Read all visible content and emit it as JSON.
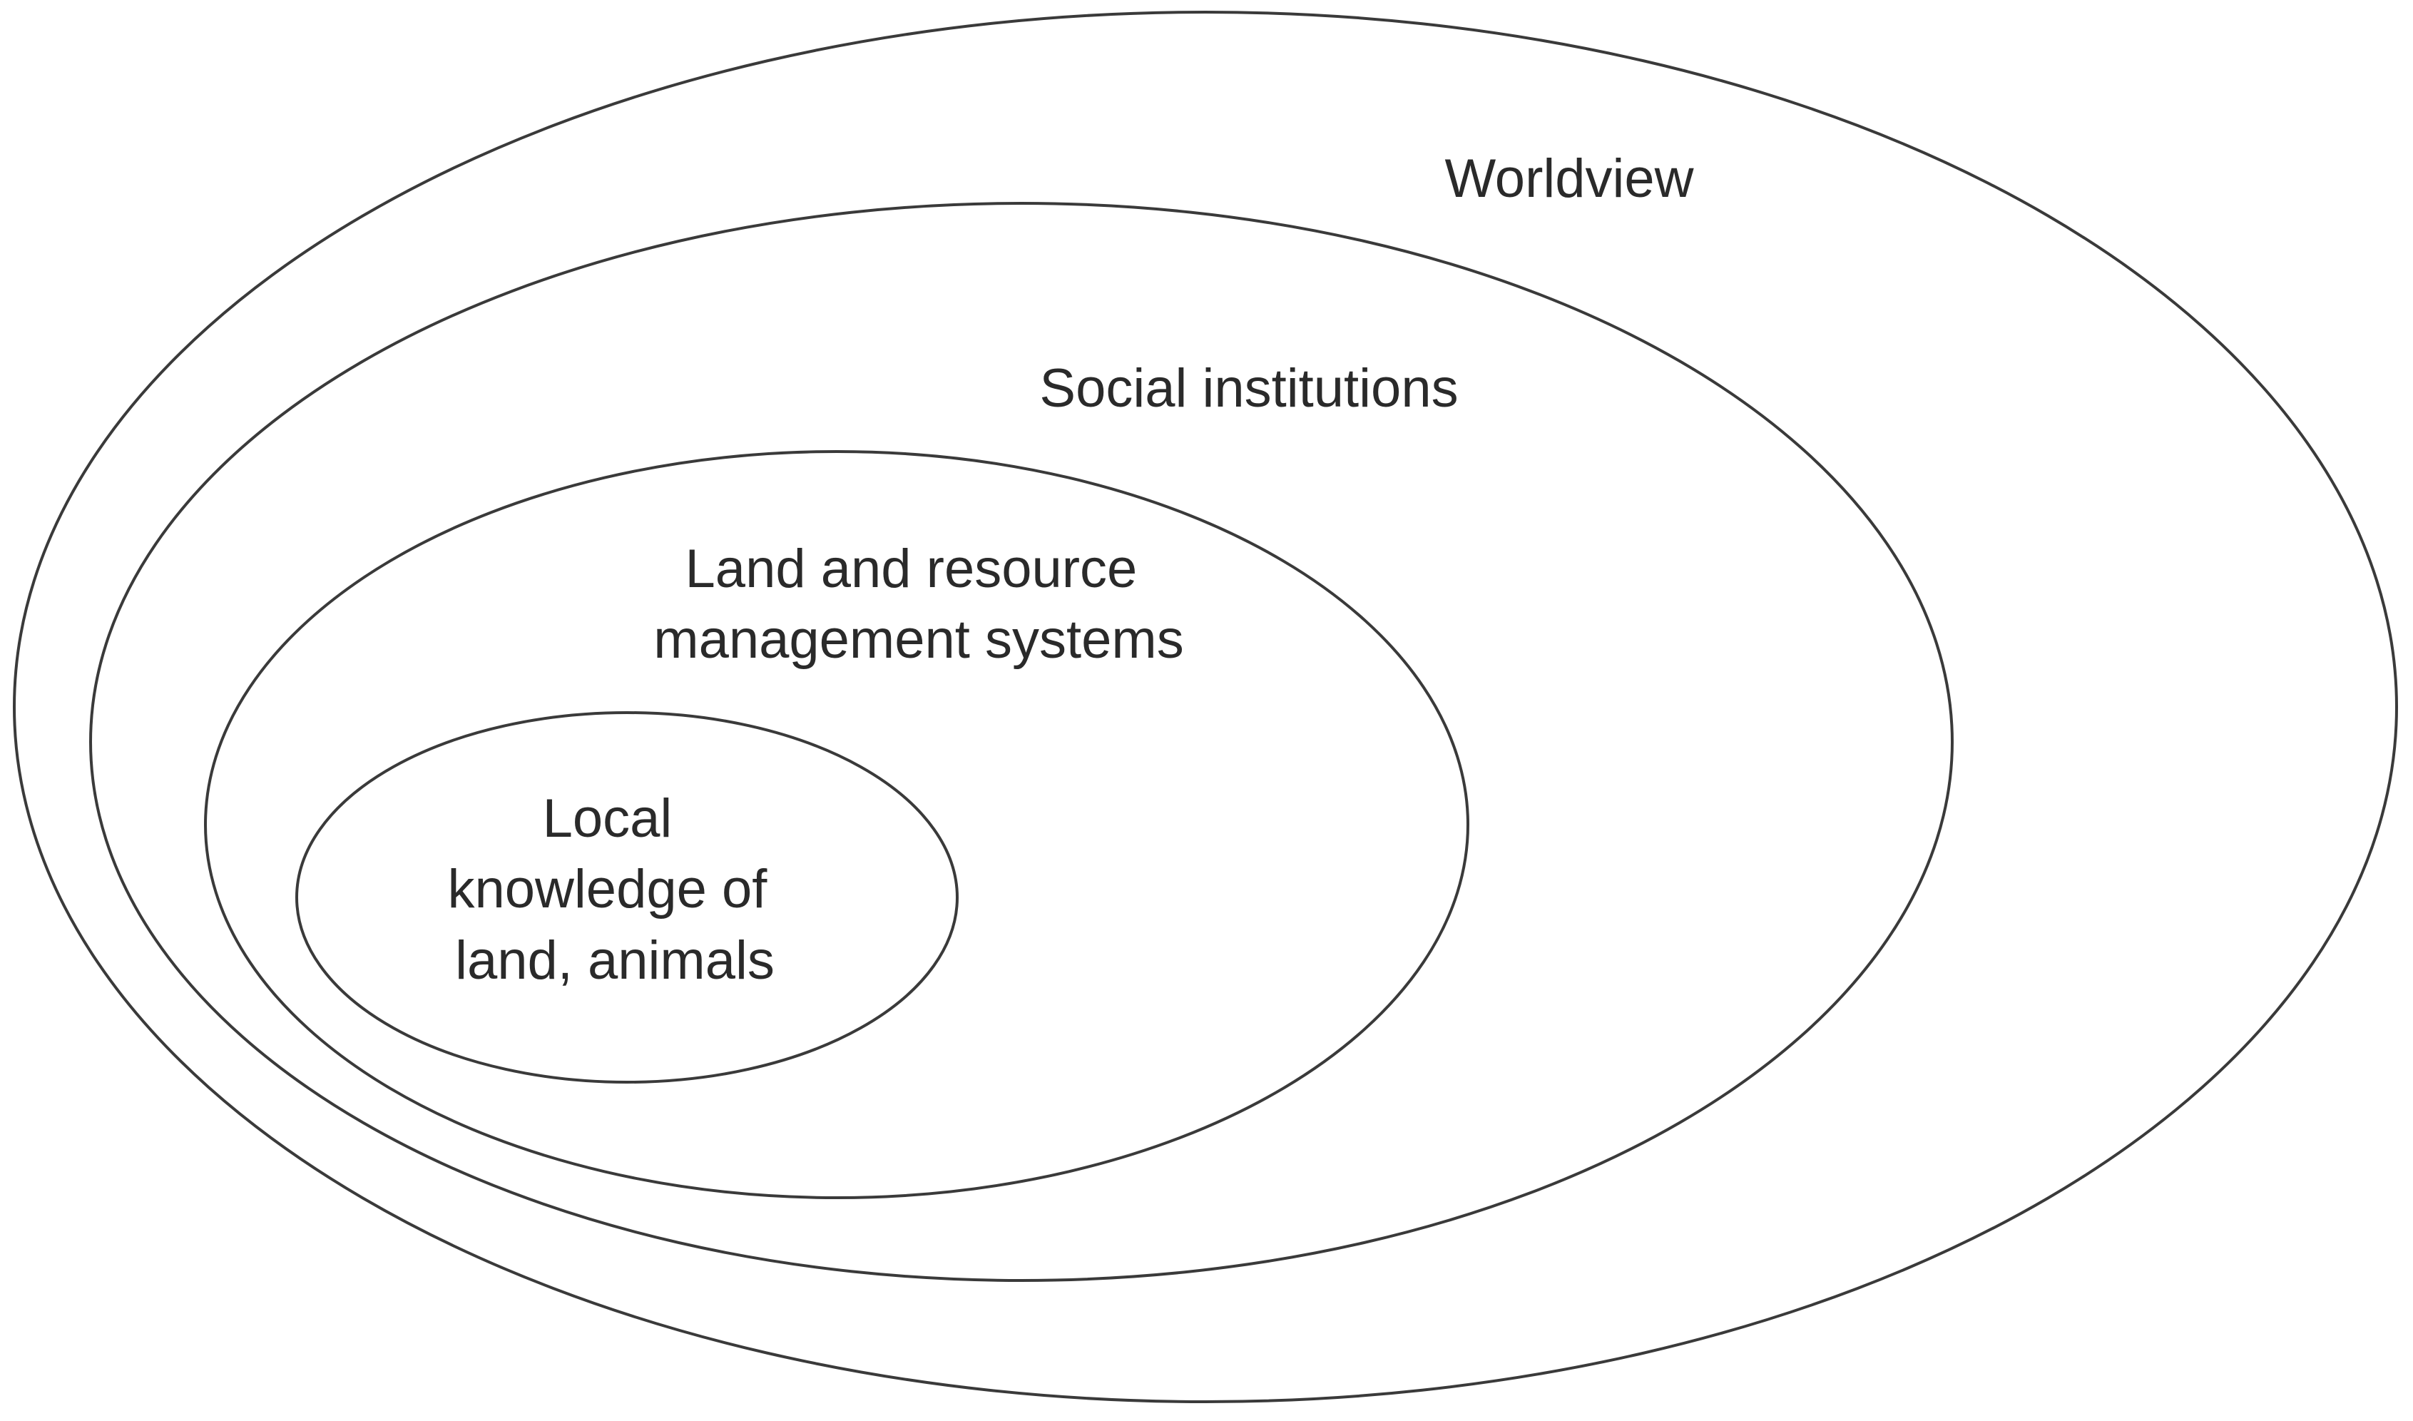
{
  "diagram": {
    "type": "nested-ellipses",
    "layers": [
      {
        "label": "Worldview"
      },
      {
        "label": "Social institutions"
      },
      {
        "label_lines": [
          "Land and resource",
          "management systems"
        ]
      },
      {
        "label_lines": [
          "Local",
          "knowledge of",
          "land, animals"
        ]
      }
    ],
    "stroke_color": "#3a3a3a",
    "text_color": "#2a2a2a",
    "background_color": "#ffffff"
  }
}
